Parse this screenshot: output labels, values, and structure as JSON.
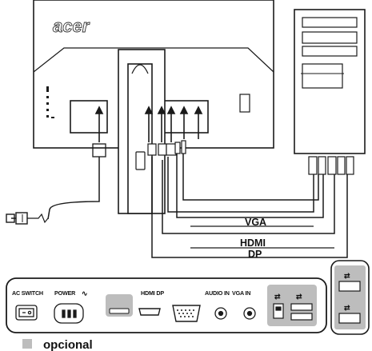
{
  "brand": {
    "logo": "acer"
  },
  "cables": {
    "vga": "VGA",
    "hdmi": "HDMI",
    "dp": "DP"
  },
  "ports": {
    "ac_switch": "AC SWITCH",
    "power": "POWER",
    "hdmi_dp": "HDMI DP",
    "audio_in": "AUDIO IN",
    "vga_in": "VGA IN"
  },
  "legend": {
    "optional_label": "opcional",
    "optional_color": "#bdbdbd"
  },
  "colors": {
    "line": "#1a1a1a",
    "optional_fill": "#bdbdbd",
    "panel_fill": "#ffffff"
  }
}
